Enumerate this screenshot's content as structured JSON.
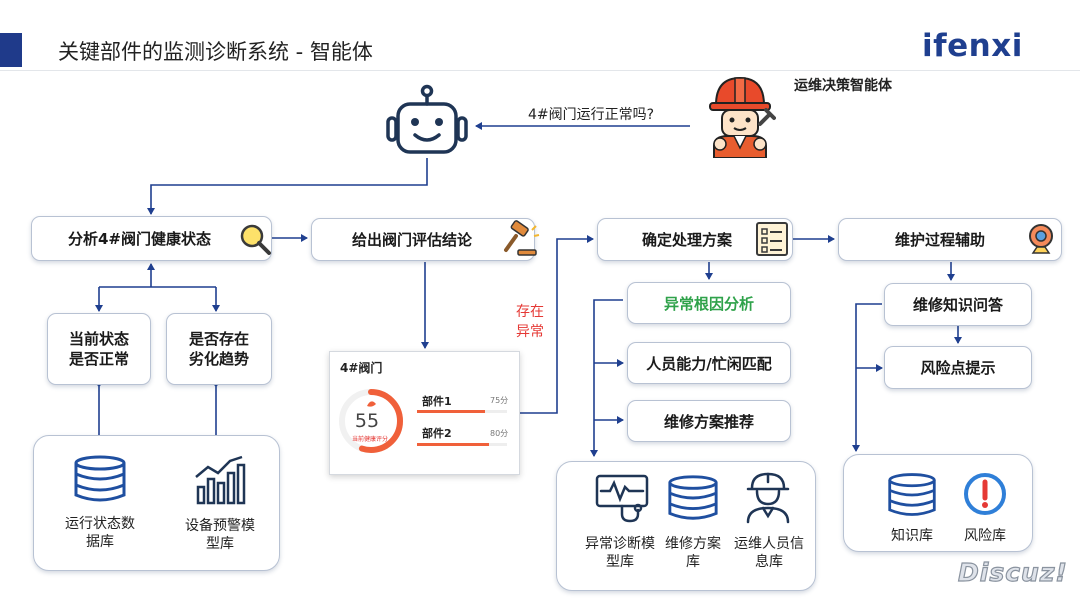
{
  "header": {
    "title": "关键部件的监测诊断系统 - 智能体",
    "logo": "ifenxi"
  },
  "agent": {
    "label": "运维决策智能体",
    "question": "4#阀门运行正常吗?"
  },
  "flow": {
    "analyze": "分析4#阀门健康状态",
    "conclude": "给出阀门评估结论",
    "plan": "确定处理方案",
    "assist": "维护过程辅助",
    "abnormal_tag": "存在异常"
  },
  "analysis_checks": {
    "current_status": "当前状态是否正常",
    "trend": "是否存在劣化趋势"
  },
  "analysis_db": {
    "left": "运行状态数据库",
    "right": "设备预警模型库"
  },
  "valve_card": {
    "title": "4#阀门",
    "score": "55",
    "score_label": "当前健康评分",
    "score_value": 55,
    "parts": [
      {
        "name": "部件1",
        "score": "75分",
        "value": 75
      },
      {
        "name": "部件2",
        "score": "80分",
        "value": 80
      }
    ]
  },
  "plan_steps": {
    "root_cause": "异常根因分析",
    "match": "人员能力/忙闲匹配",
    "recommend": "维修方案推荐"
  },
  "plan_db": {
    "diag_model": "异常诊断模型库",
    "repair_plan": "维修方案库",
    "staff_info": "运维人员信息库"
  },
  "assist_steps": {
    "qa": "维修知识问答",
    "risk_tip": "风险点提示"
  },
  "assist_db": {
    "knowledge": "知识库",
    "risk": "风险库"
  },
  "watermark": "Discuz!",
  "colors": {
    "line": "#1f3f8f",
    "accent_green": "#2fa24a",
    "alert_red": "#e53935",
    "bar_red": "#f0603a"
  }
}
